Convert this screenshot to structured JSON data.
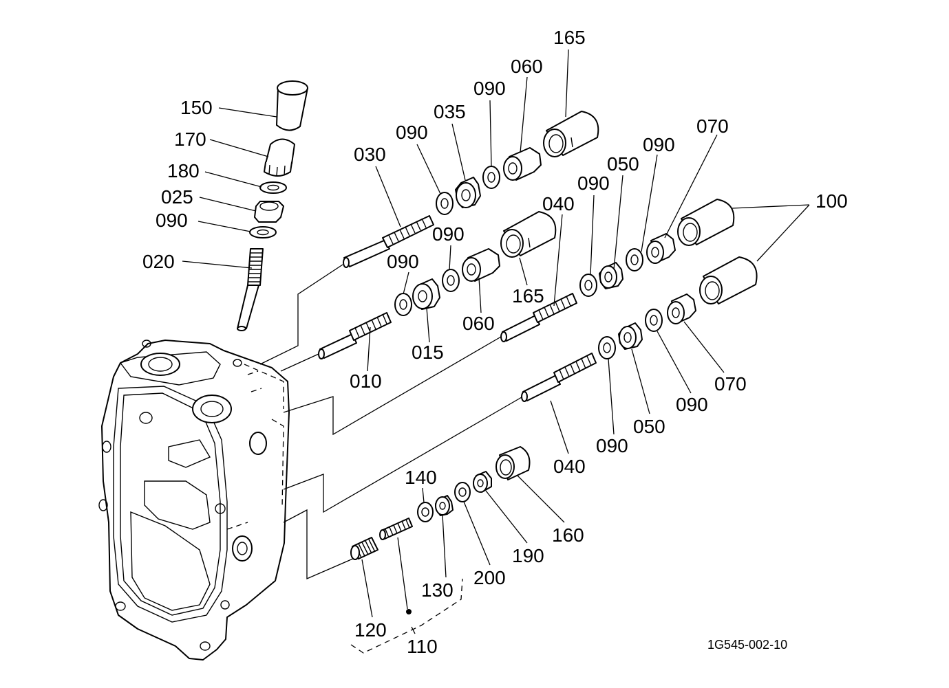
{
  "labels": {
    "p165a": "165",
    "p060a": "060",
    "p090a": "090",
    "p035": "035",
    "p090b": "090",
    "p030": "030",
    "p150": "150",
    "p170": "170",
    "p180": "180",
    "p025": "025",
    "p090c": "090",
    "p020": "020",
    "p070a": "070",
    "p090d": "090",
    "p050a": "050",
    "p090e": "090",
    "p040a": "040",
    "p100": "100",
    "p090f": "090",
    "p090g": "090",
    "p165b": "165",
    "p060b": "060",
    "p015": "015",
    "p010": "010",
    "p070b": "070",
    "p090h": "090",
    "p050b": "050",
    "p090i": "090",
    "p040b": "040",
    "p140": "140",
    "p160": "160",
    "p190": "190",
    "p200": "200",
    "p130": "130",
    "p120": "120",
    "p110": "110"
  },
  "reference_code": "1G545-002-10"
}
